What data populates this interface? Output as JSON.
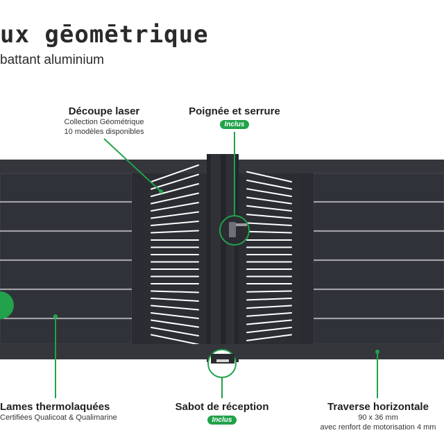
{
  "header": {
    "title": "ux gēomētrique",
    "subtitle": "battant aluminium"
  },
  "callouts": {
    "laser": {
      "title": "Découpe laser",
      "line1": "Collection Géométrique",
      "line2": "10 modèles disponibles"
    },
    "handle": {
      "title": "Poignée et serrure",
      "badge": "Inclus"
    },
    "slats": {
      "title": "Lames thermolaquées",
      "line1": "Certifiées Qualicoat & Qualimarine"
    },
    "stop": {
      "title": "Sabot de réception",
      "badge": "Inclus"
    },
    "rail": {
      "title": "Traverse horizontale",
      "line1": "90 x 36 mm",
      "line2": "avec renfort de motorisation 4 mm"
    }
  },
  "colors": {
    "gate": "#2e3035",
    "gate_dark": "#23252a",
    "accent": "#22a24a",
    "text": "#1f1f1f"
  }
}
